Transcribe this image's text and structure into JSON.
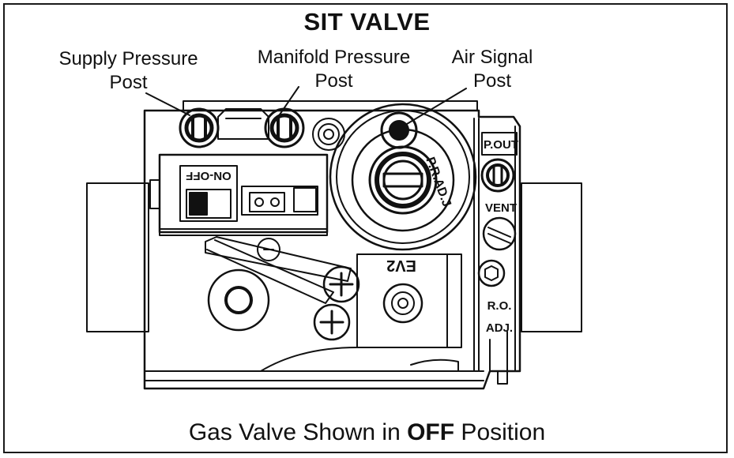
{
  "title": "SIT VALVE",
  "labels": {
    "supply": [
      "Supply Pressure",
      "Post"
    ],
    "manifold": [
      "Manifold Pressure",
      "Post"
    ],
    "air": [
      "Air Signal",
      "Post"
    ]
  },
  "valve_markings": {
    "on_off": "ON-OFF",
    "pout": "P.OUT",
    "vent": "VENT",
    "ro": "R.O.",
    "adj": "ADJ.",
    "prad": "P.R.AD.J",
    "ev2": "EV2"
  },
  "caption": {
    "prefix": "Gas Valve Shown in ",
    "state": "OFF",
    "suffix": " Position"
  }
}
